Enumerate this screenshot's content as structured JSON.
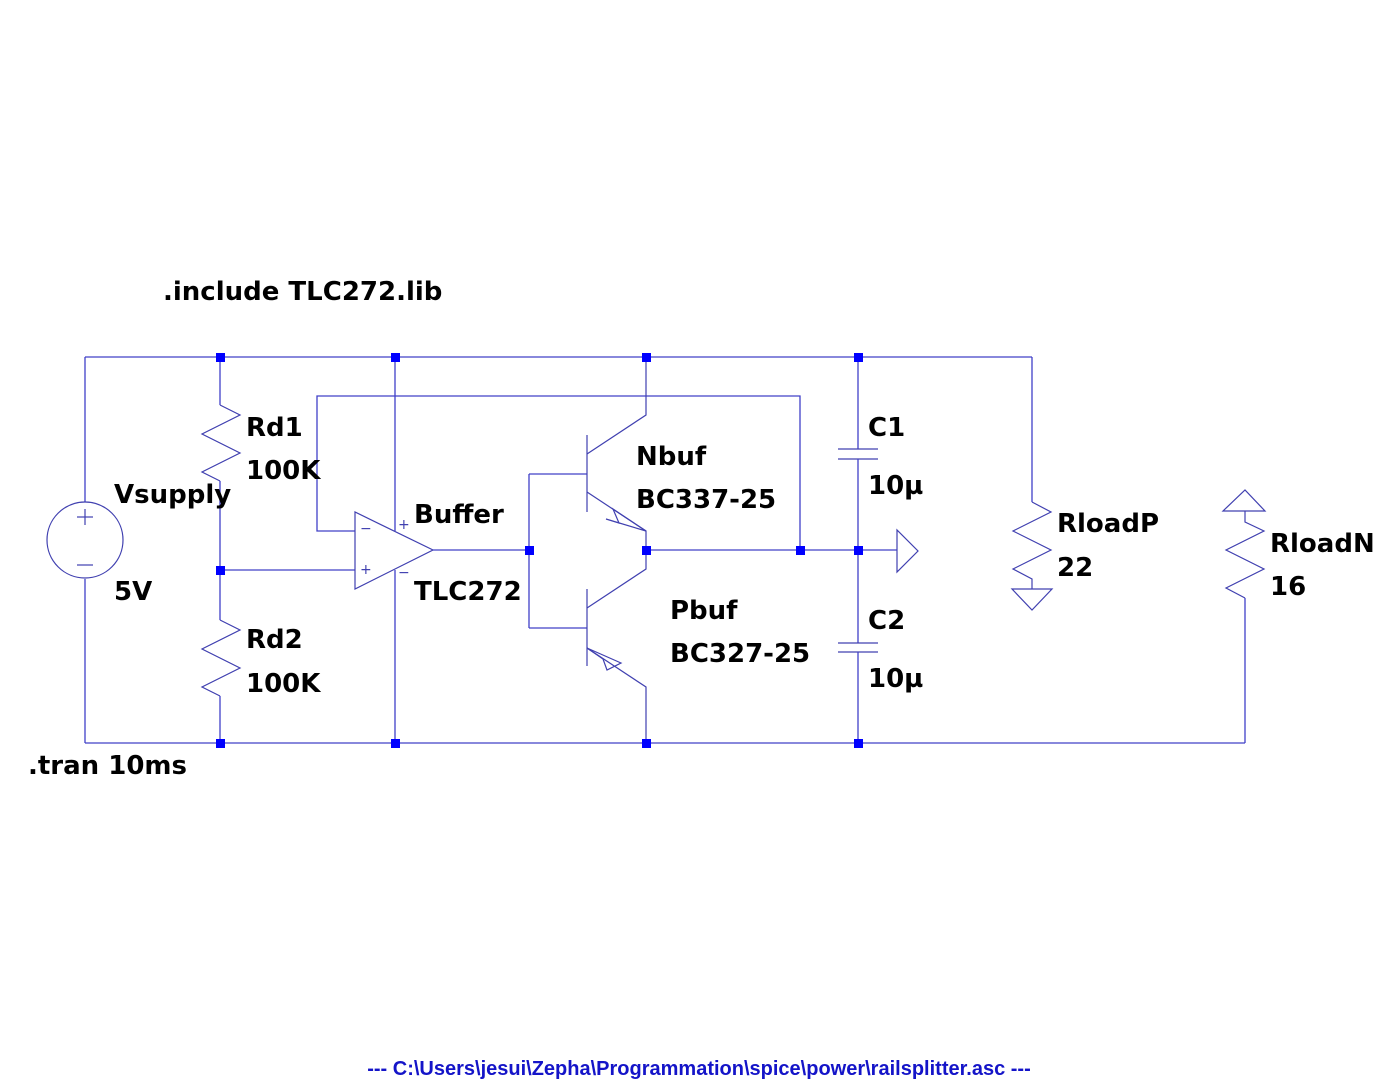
{
  "directives": {
    "include": ".include TLC272.lib",
    "tran": ".tran 10ms"
  },
  "components": {
    "vsupply": {
      "name": "Vsupply",
      "value": "5V"
    },
    "rd1": {
      "name": "Rd1",
      "value": "100K"
    },
    "rd2": {
      "name": "Rd2",
      "value": "100K"
    },
    "opamp": {
      "name": "Buffer",
      "value": "TLC272"
    },
    "nbuf": {
      "name": "Nbuf",
      "value": "BC337-25"
    },
    "pbuf": {
      "name": "Pbuf",
      "value": "BC327-25"
    },
    "c1": {
      "name": "C1",
      "value": "10µ"
    },
    "c2": {
      "name": "C2",
      "value": "10µ"
    },
    "rloadp": {
      "name": "RloadP",
      "value": "22"
    },
    "rloadn": {
      "name": "RloadN",
      "value": "16"
    }
  },
  "opamp_pins": {
    "plus": "+",
    "minus": "−",
    "vcc": "+",
    "vee": "−"
  },
  "footer": {
    "path": "---  C:\\Users\\jesui\\Zepha\\Programmation\\spice\\power\\railsplitter.asc  ---"
  },
  "colors": {
    "wire": "#4040c8",
    "junction": "#0000ff",
    "footer": "#1414c8"
  }
}
